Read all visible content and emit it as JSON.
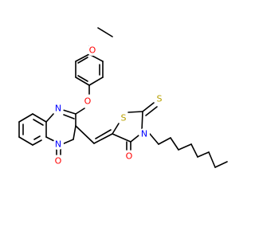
{
  "colors": {
    "bond": "#000000",
    "oxygen": "#ff0000",
    "nitrogen": "#0000ff",
    "sulfur": "#b8a000",
    "background": "#ffffff"
  },
  "atoms": {
    "methoxy_oxygen": {
      "text": "O",
      "element": "oxygen"
    },
    "ether_oxygen": {
      "text": "O",
      "element": "oxygen"
    },
    "pyrimidine_nitrogen": {
      "text": "N",
      "element": "nitrogen"
    },
    "bridgehead_nitrogen": {
      "text": "N",
      "element": "nitrogen"
    },
    "pyrimidinone_carbonyl_oxygen": {
      "text": "O",
      "element": "oxygen"
    },
    "ring_sulfur": {
      "text": "S",
      "element": "sulfur"
    },
    "thione_sulfur": {
      "text": "S",
      "element": "sulfur"
    },
    "thiazolidine_nitrogen": {
      "text": "N",
      "element": "nitrogen"
    },
    "thiazolidinone_carbonyl_oxygen": {
      "text": "O",
      "element": "oxygen"
    }
  }
}
